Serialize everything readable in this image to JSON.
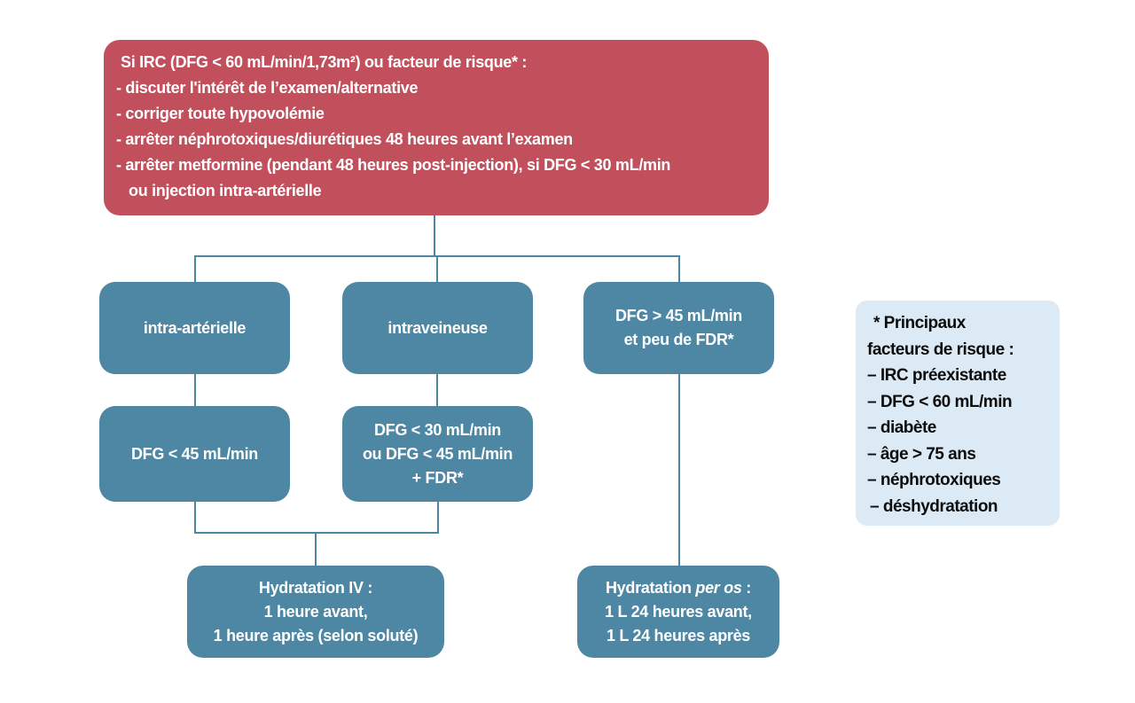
{
  "palette": {
    "red_box": "#c2505c",
    "blue_box": "#4d87a3",
    "panel_bg": "#dceaf5",
    "connector": "#4c86a0",
    "text_on_color": "#ffffff",
    "panel_text": "#0d0d0d",
    "background": "#ffffff"
  },
  "flow": {
    "precautions": {
      "lines": [
        "Si IRC (DFG < 60 mL/min/1,73m²) ou facteur de risque* :",
        "- discuter l'intérêt de l’examen/alternative",
        "- corriger toute hypovolémie",
        "- arrêter néphrotoxiques/diurétiques 48 heures avant l’examen",
        "- arrêter metformine (pendant 48 heures post-injection), si DFG < 30 mL/min",
        "ou injection intra-artérielle"
      ]
    },
    "intra_arterielle": {
      "label": "intra-artérielle"
    },
    "intraveineuse": {
      "label": "intraveineuse"
    },
    "dfg_sup45": {
      "lines": [
        "DFG > 45 mL/min",
        "et peu de FDR*"
      ]
    },
    "dfg_inf45": {
      "label": "DFG < 45 mL/min"
    },
    "dfg_inf30": {
      "lines": [
        "DFG < 30 mL/min",
        "ou DFG < 45 mL/min",
        "+ FDR*"
      ]
    },
    "hydratation_iv": {
      "lines": [
        "Hydratation IV :",
        "1 heure avant,",
        "1 heure après (selon soluté)"
      ]
    },
    "hydratation_per_os": {
      "title_prefix": "Hydratation ",
      "title_italic": "per os",
      "title_suffix": " :",
      "lines": [
        "1 L 24 heures avant,",
        "1 L 24 heures après"
      ]
    }
  },
  "risk_panel": {
    "lines": [
      "* Principaux",
      "facteurs de risque :",
      "– IRC préexistante",
      "– DFG < 60 mL/min",
      "– diabète",
      "– âge > 75 ans",
      "– néphrotoxiques",
      "– déshydratation"
    ]
  }
}
